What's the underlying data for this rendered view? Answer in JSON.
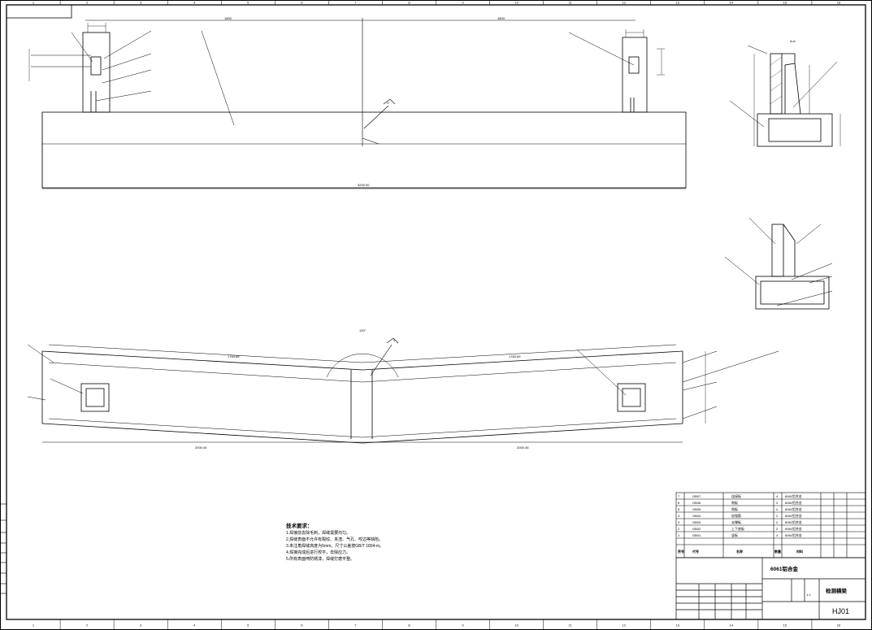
{
  "frame": {
    "zones_top": [
      "1",
      "2",
      "3",
      "4",
      "5",
      "6",
      "7",
      "8",
      "9",
      "10",
      "11",
      "12",
      "13",
      "14",
      "15",
      "16"
    ],
    "zones_bottom": [
      "1",
      "2",
      "3",
      "4",
      "5",
      "6",
      "7",
      "8",
      "9",
      "10",
      "11",
      "12",
      "13",
      "14",
      "15",
      "16"
    ]
  },
  "front_view": {
    "dims": {
      "half_left": "1800",
      "half_right": "1800",
      "overall": "3200.00"
    },
    "weld_symbol": "V"
  },
  "plan_view": {
    "angle": "120°",
    "dims": {
      "top_left": "1760.69",
      "top_right": "1760.69",
      "bottom_left": "2000.45",
      "bottom_right": "2000.45"
    },
    "weld_symbol": "V"
  },
  "section_view": {
    "label": "A-A"
  },
  "notes": {
    "heading": "技术要求：",
    "lines": [
      "1.焊接前去除毛刺，焊缝需要均匀。",
      "2.焊缝表面不允许有裂纹、夹渣、气孔、咬边等缺陷。",
      "3.未注角焊缝高度为5mm，尺寸公差按GB/T 1804-m。",
      "4.焊接完成后进行校平，去除应力。",
      "5.所有表面喷防锈漆，焊缝打磨平整。"
    ]
  },
  "bom": {
    "rows": [
      {
        "no": "7",
        "code": "GB07",
        "name": "连接板",
        "qty": "4",
        "material": "6061铝合金"
      },
      {
        "no": "6",
        "code": "GB06",
        "name": "侧板",
        "qty": "2",
        "material": "6061铝合金"
      },
      {
        "no": "5",
        "code": "GB05",
        "name": "侧板",
        "qty": "4",
        "material": "6061铝合金"
      },
      {
        "no": "4",
        "code": "GB04",
        "name": "加强筋",
        "qty": "2",
        "material": "6061铝合金"
      },
      {
        "no": "3",
        "code": "GB03",
        "name": "支撑板",
        "qty": "2",
        "material": "6061铝合金"
      },
      {
        "no": "2",
        "code": "GB02",
        "name": "上下底板",
        "qty": "2",
        "material": "6061铝合金"
      },
      {
        "no": "1",
        "code": "GB01",
        "name": "竖板",
        "qty": "4",
        "material": "6061铝合金"
      }
    ],
    "header": {
      "no": "序号",
      "code": "代号",
      "name": "名称",
      "qty": "数量",
      "material": "材料"
    }
  },
  "title_block": {
    "material": "6061铝合金",
    "part_name": "检测横梁",
    "drawing_no": "HJ01",
    "scale": "1:1"
  }
}
